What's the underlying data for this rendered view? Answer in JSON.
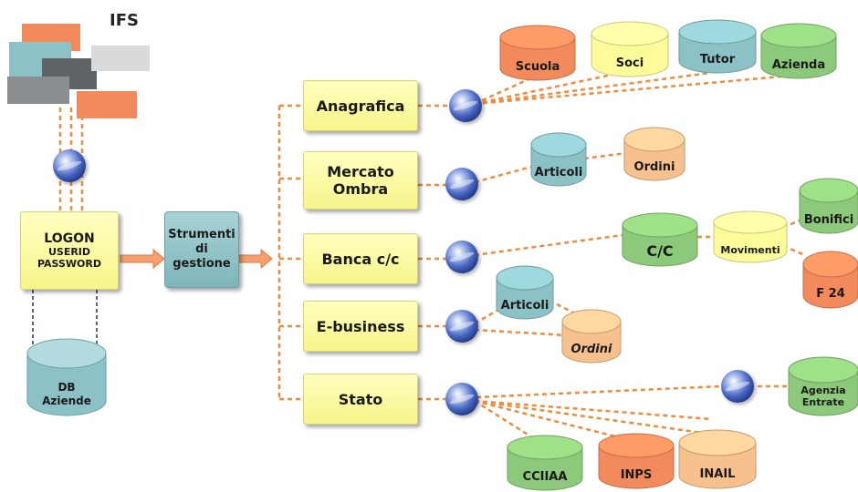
{
  "header": {
    "title": "IFS"
  },
  "logon": {
    "line1": "LOGON",
    "line2": "USERID",
    "line3": "PASSWORD"
  },
  "db_aziende": {
    "line1": "DB",
    "line2": "Aziende"
  },
  "strumenti": {
    "line1": "Strumenti",
    "line2": "di",
    "line3": "gestione"
  },
  "categories": [
    {
      "name": "Anagrafica"
    },
    {
      "name1": "Mercato",
      "name2": "Ombra"
    },
    {
      "name": "Banca c/c"
    },
    {
      "name": "E-business"
    },
    {
      "name": "Stato"
    }
  ],
  "databases": {
    "anagrafica": [
      "Scuola",
      "Soci",
      "Tutor",
      "Azienda"
    ],
    "mercato": [
      "Articoli",
      "Ordini"
    ],
    "banca": {
      "cc": "C/C",
      "movimenti": "Movimenti",
      "bonifici": "Bonifici",
      "f24": "F 24"
    },
    "ebusiness": [
      "Articoli",
      "Ordini"
    ],
    "stato": {
      "agenzia1": "Agenzia",
      "agenzia2": "Entrate",
      "bottom": [
        "CCIIAA",
        "INPS",
        "INAIL"
      ]
    }
  },
  "colors": {
    "orange": "#f28a5b",
    "yellow": "#fbfb9a",
    "teal": "#8cc2c6",
    "green": "#8dc97a",
    "peach": "#f6c08f",
    "link": "#f08a3c",
    "dbline": "#1f2f7a"
  }
}
